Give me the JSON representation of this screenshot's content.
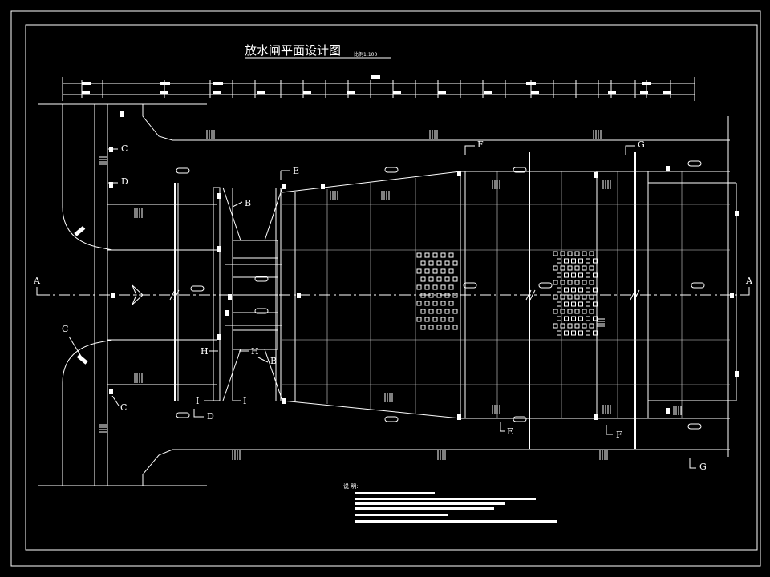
{
  "title": "放水闸平面设计图",
  "scale_note": "比例1:100",
  "notes_heading": "说 明:",
  "section_labels": {
    "A": "A",
    "B": "B",
    "C": "C",
    "D": "D",
    "E": "E",
    "F": "F",
    "G": "G",
    "H": "H",
    "I": "I"
  },
  "colors": {
    "background": "#000000",
    "lines": "#ffffff"
  }
}
